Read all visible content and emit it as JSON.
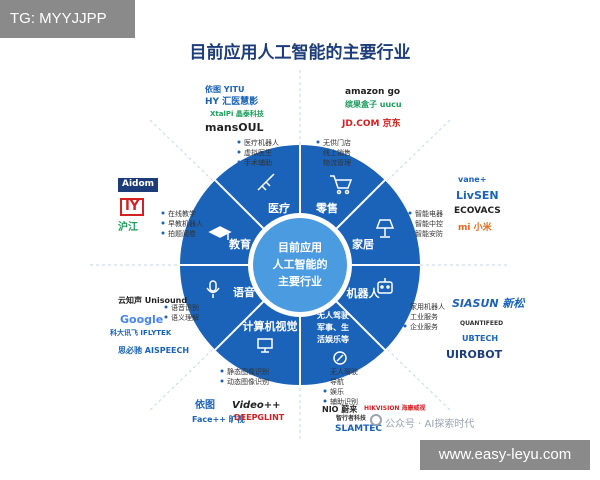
{
  "header_tag": "TG: MYYJJPP",
  "footer_tag": "www.easy-leyu.com",
  "title": "目前应用人工智能的主要行业",
  "center_text": [
    "目前应用",
    "人工智能的",
    "主要行业"
  ],
  "sectors": [
    {
      "label": "医疗",
      "icon": "syringe-icon",
      "items": [
        "医疗机器人",
        "虚拟医生",
        "手术辅助"
      ],
      "brands": [
        "依图 YITU",
        "HY 汇医慧影",
        "XtalPi 晶泰科技",
        "mansOUL"
      ]
    },
    {
      "label": "零售",
      "icon": "shopping-cart-icon",
      "items": [
        "无供门店",
        "线上销售",
        "物流管理"
      ],
      "brands": [
        "amazon go",
        "缤果盒子 uucu",
        "JD.COM 京东"
      ]
    },
    {
      "label": "家居",
      "icon": "lamp-icon",
      "items": [
        "智能电器",
        "智能中控",
        "智能安防"
      ],
      "brands": [
        "vane+",
        "LivSEN",
        "ECOVACS",
        "mi 小米"
      ]
    },
    {
      "label": "机器人",
      "icon": "robot-icon",
      "items": [
        "家用机器人",
        "工业服务",
        "企业服务"
      ],
      "brands": [
        "SIASUN 新松",
        "QUANTIFEED",
        "UBTECH",
        "UIROBOT"
      ]
    },
    {
      "label": "无人驾驶 军事、生活娱乐等",
      "icon": "compass-icon",
      "items": [
        "无人驾驶",
        "导航",
        "娱乐",
        "辅助识别"
      ],
      "brands": [
        "NIO 蔚来",
        "HIKVISION 海康威视",
        "智行者科技",
        "SLAMTEC"
      ]
    },
    {
      "label": "计算机视觉",
      "icon": "monitor-icon",
      "items": [
        "静态图像识别",
        "动态图像识别"
      ],
      "brands": [
        "依图",
        "Video++",
        "Face++ 旷视",
        "DEEPGLINT"
      ]
    },
    {
      "label": "语音",
      "icon": "microphone-icon",
      "items": [
        "语音识别",
        "语义理解"
      ],
      "brands": [
        "云知声 Unisound",
        "Google",
        "科大讯飞 IFLYTEK",
        "思必驰 AISPEECH"
      ]
    },
    {
      "label": "教育",
      "icon": "graduation-cap-icon",
      "items": [
        "在线教学",
        "早教机器人",
        "拍题阅卷"
      ],
      "brands": [
        "Aidom",
        "IY",
        "沪江"
      ]
    }
  ],
  "watermark": "公众号 · AI探索时代",
  "colors": {
    "title": "#1d3d7a",
    "ring": "#1a63b8",
    "center": "#4a9be0",
    "tag": "#8a8a8a"
  }
}
